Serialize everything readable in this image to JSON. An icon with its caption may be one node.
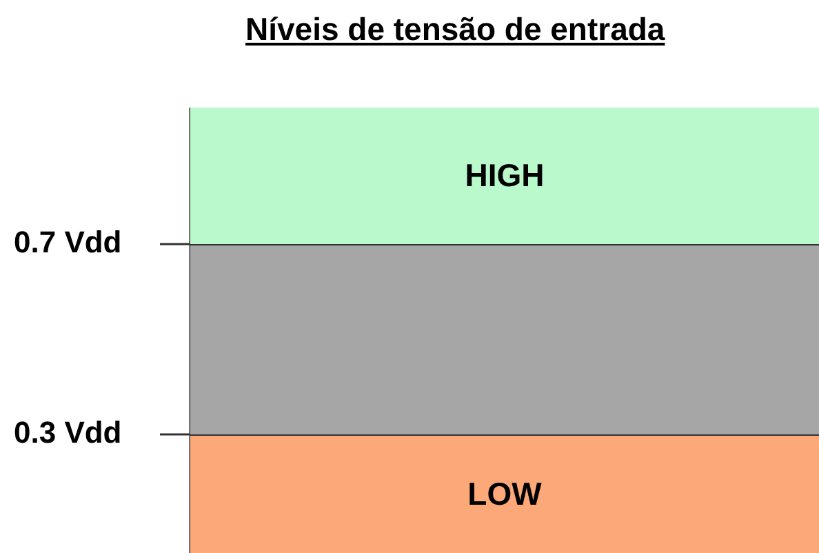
{
  "diagram": {
    "title": "Níveis de tensão de entrada",
    "nodes": [
      {
        "text": [
          "HIGH"
        ]
      },
      {
        "text": [],
        "shape": "bar"
      },
      {
        "text": [
          "LOW"
        ]
      }
    ],
    "labels": [
      "0.7 Vdd",
      "0.3 Vdd"
    ]
  }
}
